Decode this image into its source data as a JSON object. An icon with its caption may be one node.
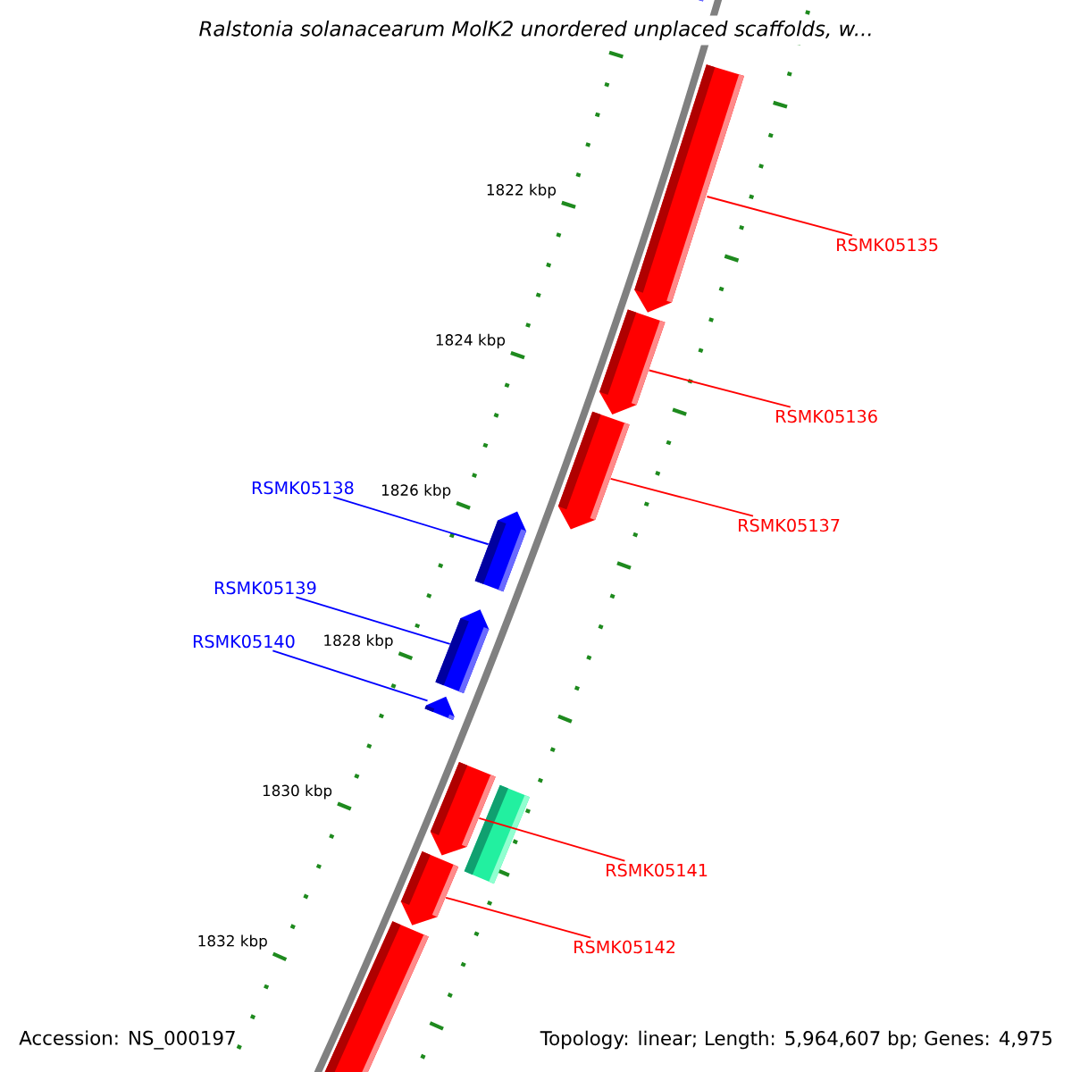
{
  "diagram": {
    "title": "Ralstonia solanacearum MolK2 unordered unplaced scaffolds, w...",
    "nodes": [
      {
        "text": [],
        "shape": "bar"
      },
      {
        "text": [],
        "shape": "bar"
      },
      {
        "text": [],
        "shape": "bar"
      },
      {
        "text": [],
        "shape": "bar"
      },
      {
        "text": [],
        "shape": "bar"
      },
      {
        "text": [],
        "shape": "bar"
      },
      {
        "text": [],
        "shape": "bar"
      },
      {
        "text": [],
        "shape": "bar"
      },
      {
        "text": [],
        "shape": "bar"
      },
      {
        "text": [],
        "shape": "bar"
      },
      {
        "text": [],
        "shape": "bar"
      },
      {
        "text": [
          "RSMK05135"
        ]
      },
      {
        "text": [
          "RSMK05136"
        ]
      },
      {
        "text": [
          "RSMK05138"
        ]
      },
      {
        "text": [
          "RSMK05137"
        ]
      },
      {
        "text": [
          "RSMK05139"
        ]
      },
      {
        "text": [
          "RSMK05140"
        ]
      },
      {
        "text": [
          "RSMK05141"
        ]
      },
      {
        "text": [
          "RSMK05142"
        ]
      }
    ],
    "edges": [
      {
        "from": 11,
        "to": 1,
        "arrow": "none"
      },
      {
        "from": 12,
        "to": 2,
        "arrow": "none"
      },
      {
        "from": 13,
        "to": 4,
        "arrow": "none",
        "color": "#0000ff"
      },
      {
        "from": 14,
        "to": 3,
        "arrow": "none"
      },
      {
        "from": 15,
        "to": 5,
        "arrow": "none",
        "color": "#0000ff"
      },
      {
        "from": 16,
        "to": 6,
        "arrow": "none",
        "color": "#0000ff"
      },
      {
        "from": 17,
        "to": 7,
        "arrow": "none"
      },
      {
        "from": 18,
        "to": 9,
        "arrow": "none"
      }
    ],
    "labels": [
      "1822 kbp",
      "1824 kbp",
      "1826 kbp",
      "1828 kbp",
      "1830 kbp",
      "1832 kbp",
      "Accession: NS_000197",
      "Topology: linear; Length: 5,964,607 bp; Genes: 4,975"
    ]
  }
}
